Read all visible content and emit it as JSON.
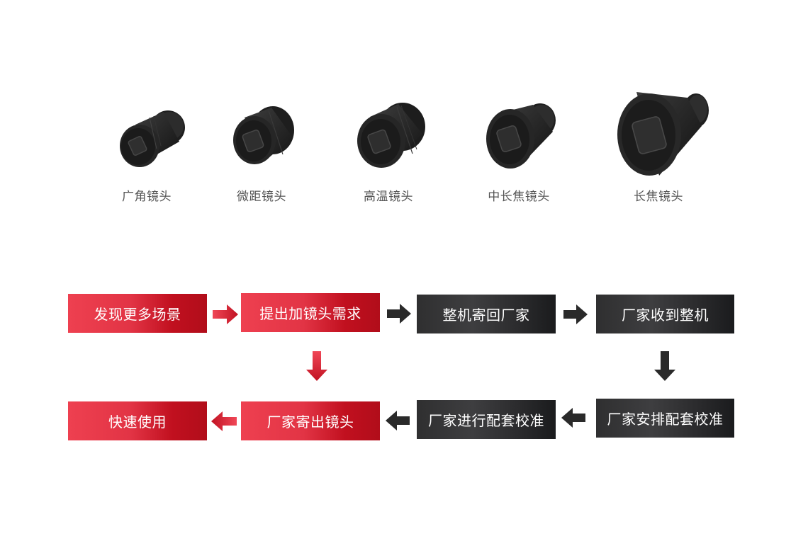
{
  "lenses": [
    {
      "label": "广角镜头"
    },
    {
      "label": "微距镜头"
    },
    {
      "label": "高温镜头"
    },
    {
      "label": "中长焦镜头"
    },
    {
      "label": "长焦镜头"
    }
  ],
  "flow": {
    "row1": [
      "发现更多场景",
      "提出加镜头需求",
      "整机寄回厂家",
      "厂家收到整机"
    ],
    "row2": [
      "快速使用",
      "厂家寄出镜头",
      "厂家进行配套校准",
      "厂家安排配套校准"
    ]
  },
  "colors": {
    "red": "#e23445",
    "red_dark": "#b10d1a",
    "dark": "#2f2f30",
    "darker": "#1a1b1d",
    "label": "#555555"
  }
}
